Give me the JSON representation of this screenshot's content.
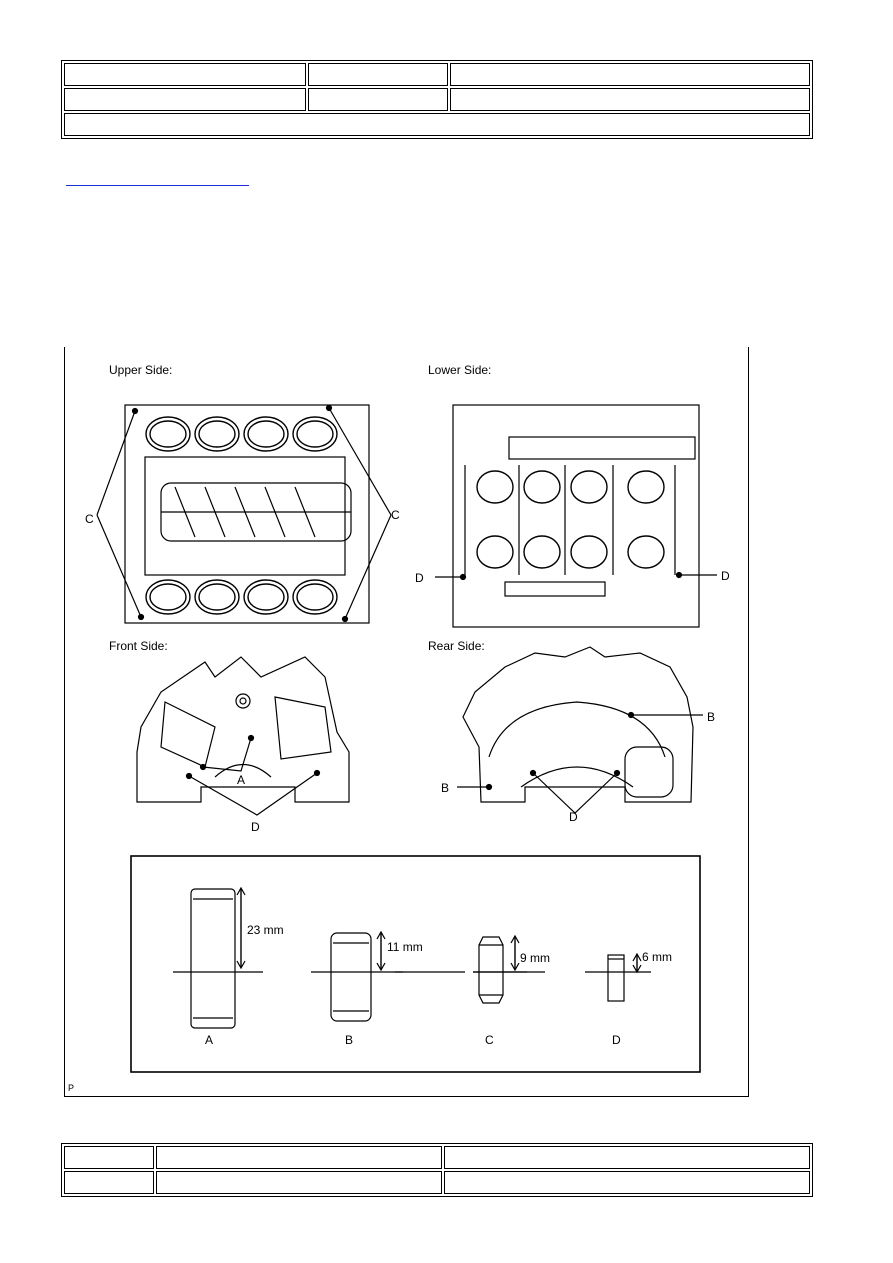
{
  "link": {
    "text": ""
  },
  "figure": {
    "panels": {
      "upper": "Upper Side:",
      "lower": "Lower Side:",
      "front": "Front Side:",
      "rear": "Rear Side:"
    },
    "callouts": {
      "a": "A",
      "b": "B",
      "c": "C",
      "d": "D"
    },
    "pins": [
      {
        "letter": "A",
        "length": "23 mm"
      },
      {
        "letter": "B",
        "length": "11 mm"
      },
      {
        "letter": "C",
        "length": "9 mm"
      },
      {
        "letter": "D",
        "length": "6 mm"
      }
    ],
    "corner_mark": "P"
  }
}
